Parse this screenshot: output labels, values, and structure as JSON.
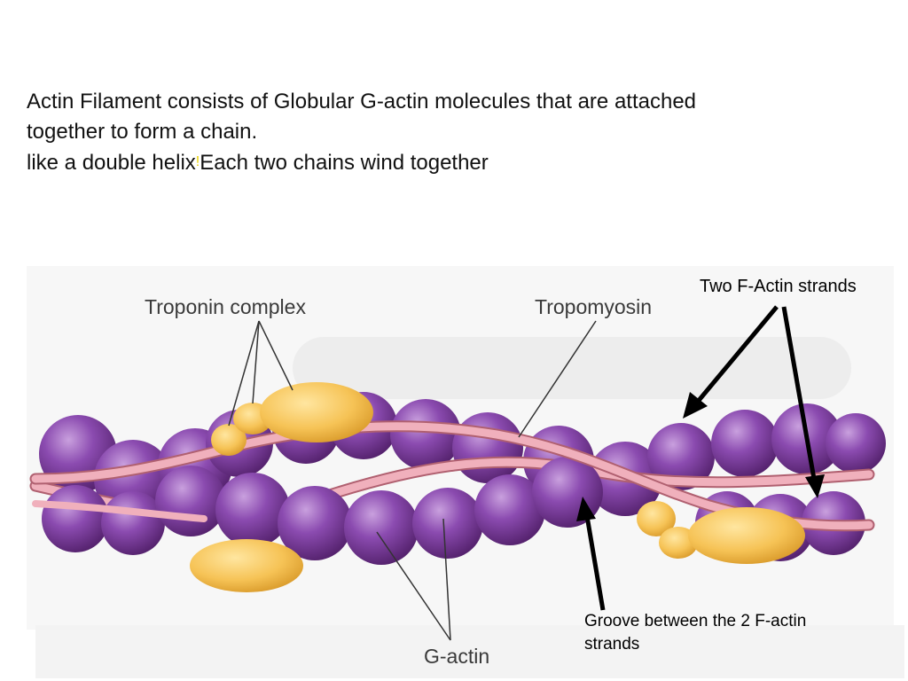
{
  "slide": {
    "line1": "Actin Filament consists of Globular G-actin molecules that are attached",
    "line2": "together to form a chain.",
    "line3_part1": "like a double helix",
    "line3_separator": "!",
    "line3_part2": "Each two chains wind together"
  },
  "diagram": {
    "label_troponin": "Troponin complex",
    "label_tropomyosin": "Tropomyosin",
    "label_gactin": "G-actin"
  },
  "callouts": {
    "strands": "Two F-Actin strands",
    "groove": "Groove between the 2 F-actin strands"
  },
  "colors": {
    "actin_purple": "#7a3d9e",
    "tropomyosin_pink": "#f0b0bc",
    "troponin_yellow": "#f4c45a"
  }
}
